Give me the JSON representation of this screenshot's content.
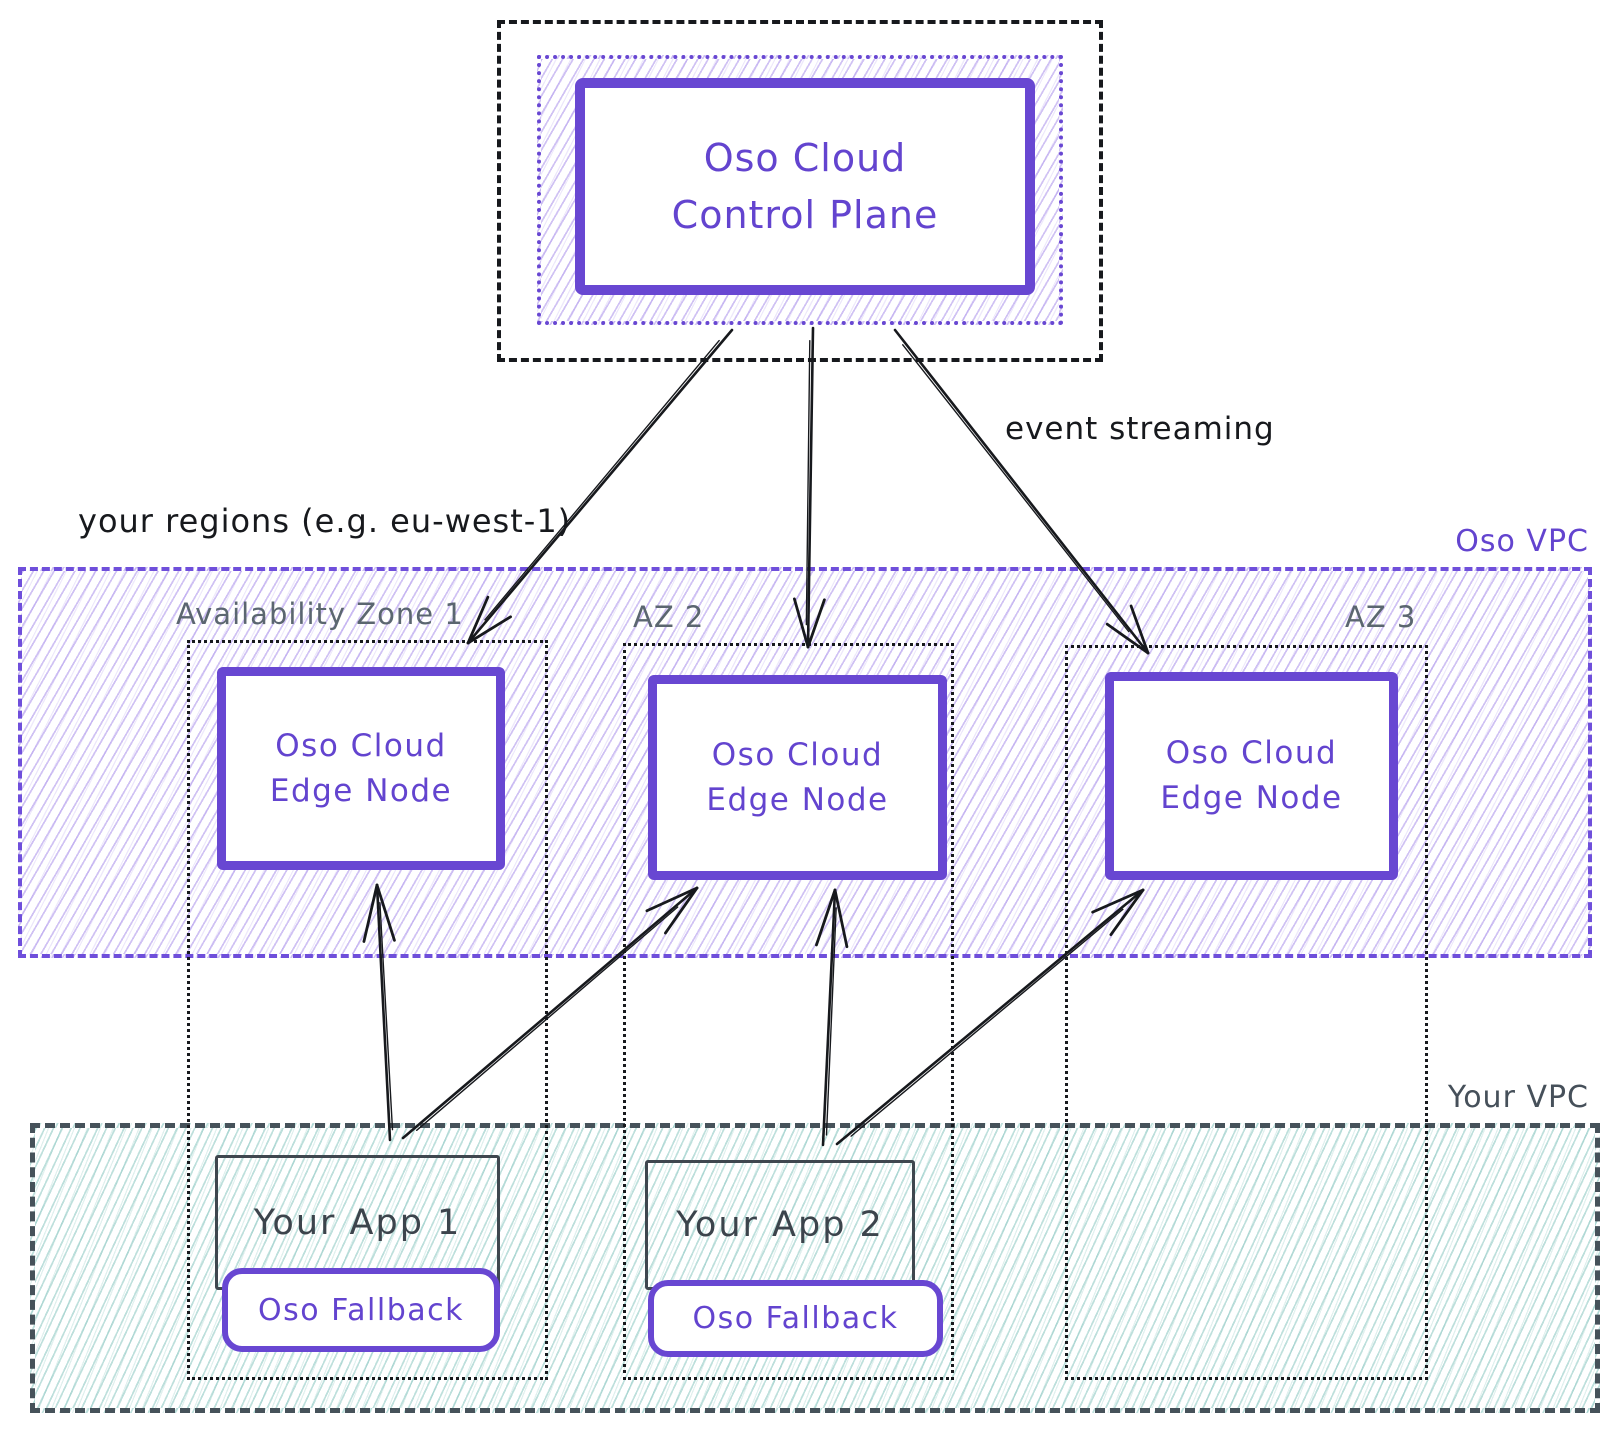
{
  "diagram": {
    "control_plane": {
      "line1": "Oso Cloud",
      "line2": "Control Plane"
    },
    "event_streaming_label": "event streaming",
    "regions_label": "your regions (e.g. eu-west-1)",
    "oso_vpc_label": "Oso VPC",
    "your_vpc_label": "Your VPC",
    "zones": [
      {
        "label": "Availability Zone 1"
      },
      {
        "label": "AZ 2"
      },
      {
        "label": "AZ 3"
      }
    ],
    "edge_nodes": [
      {
        "line1": "Oso Cloud",
        "line2": "Edge Node"
      },
      {
        "line1": "Oso Cloud",
        "line2": "Edge Node"
      },
      {
        "line1": "Oso Cloud",
        "line2": "Edge Node"
      }
    ],
    "apps": [
      {
        "label": "Your App 1",
        "fallback_label": "Oso Fallback"
      },
      {
        "label": "Your App 2",
        "fallback_label": "Oso Fallback"
      }
    ],
    "colors": {
      "purple": "#6847d2",
      "purple_hatch": "#b9a6ef",
      "teal_hatch": "#a3d6d0",
      "ink": "#17191d",
      "zone_label_gray": "#5b6670",
      "app_slate": "#3f474f"
    }
  }
}
